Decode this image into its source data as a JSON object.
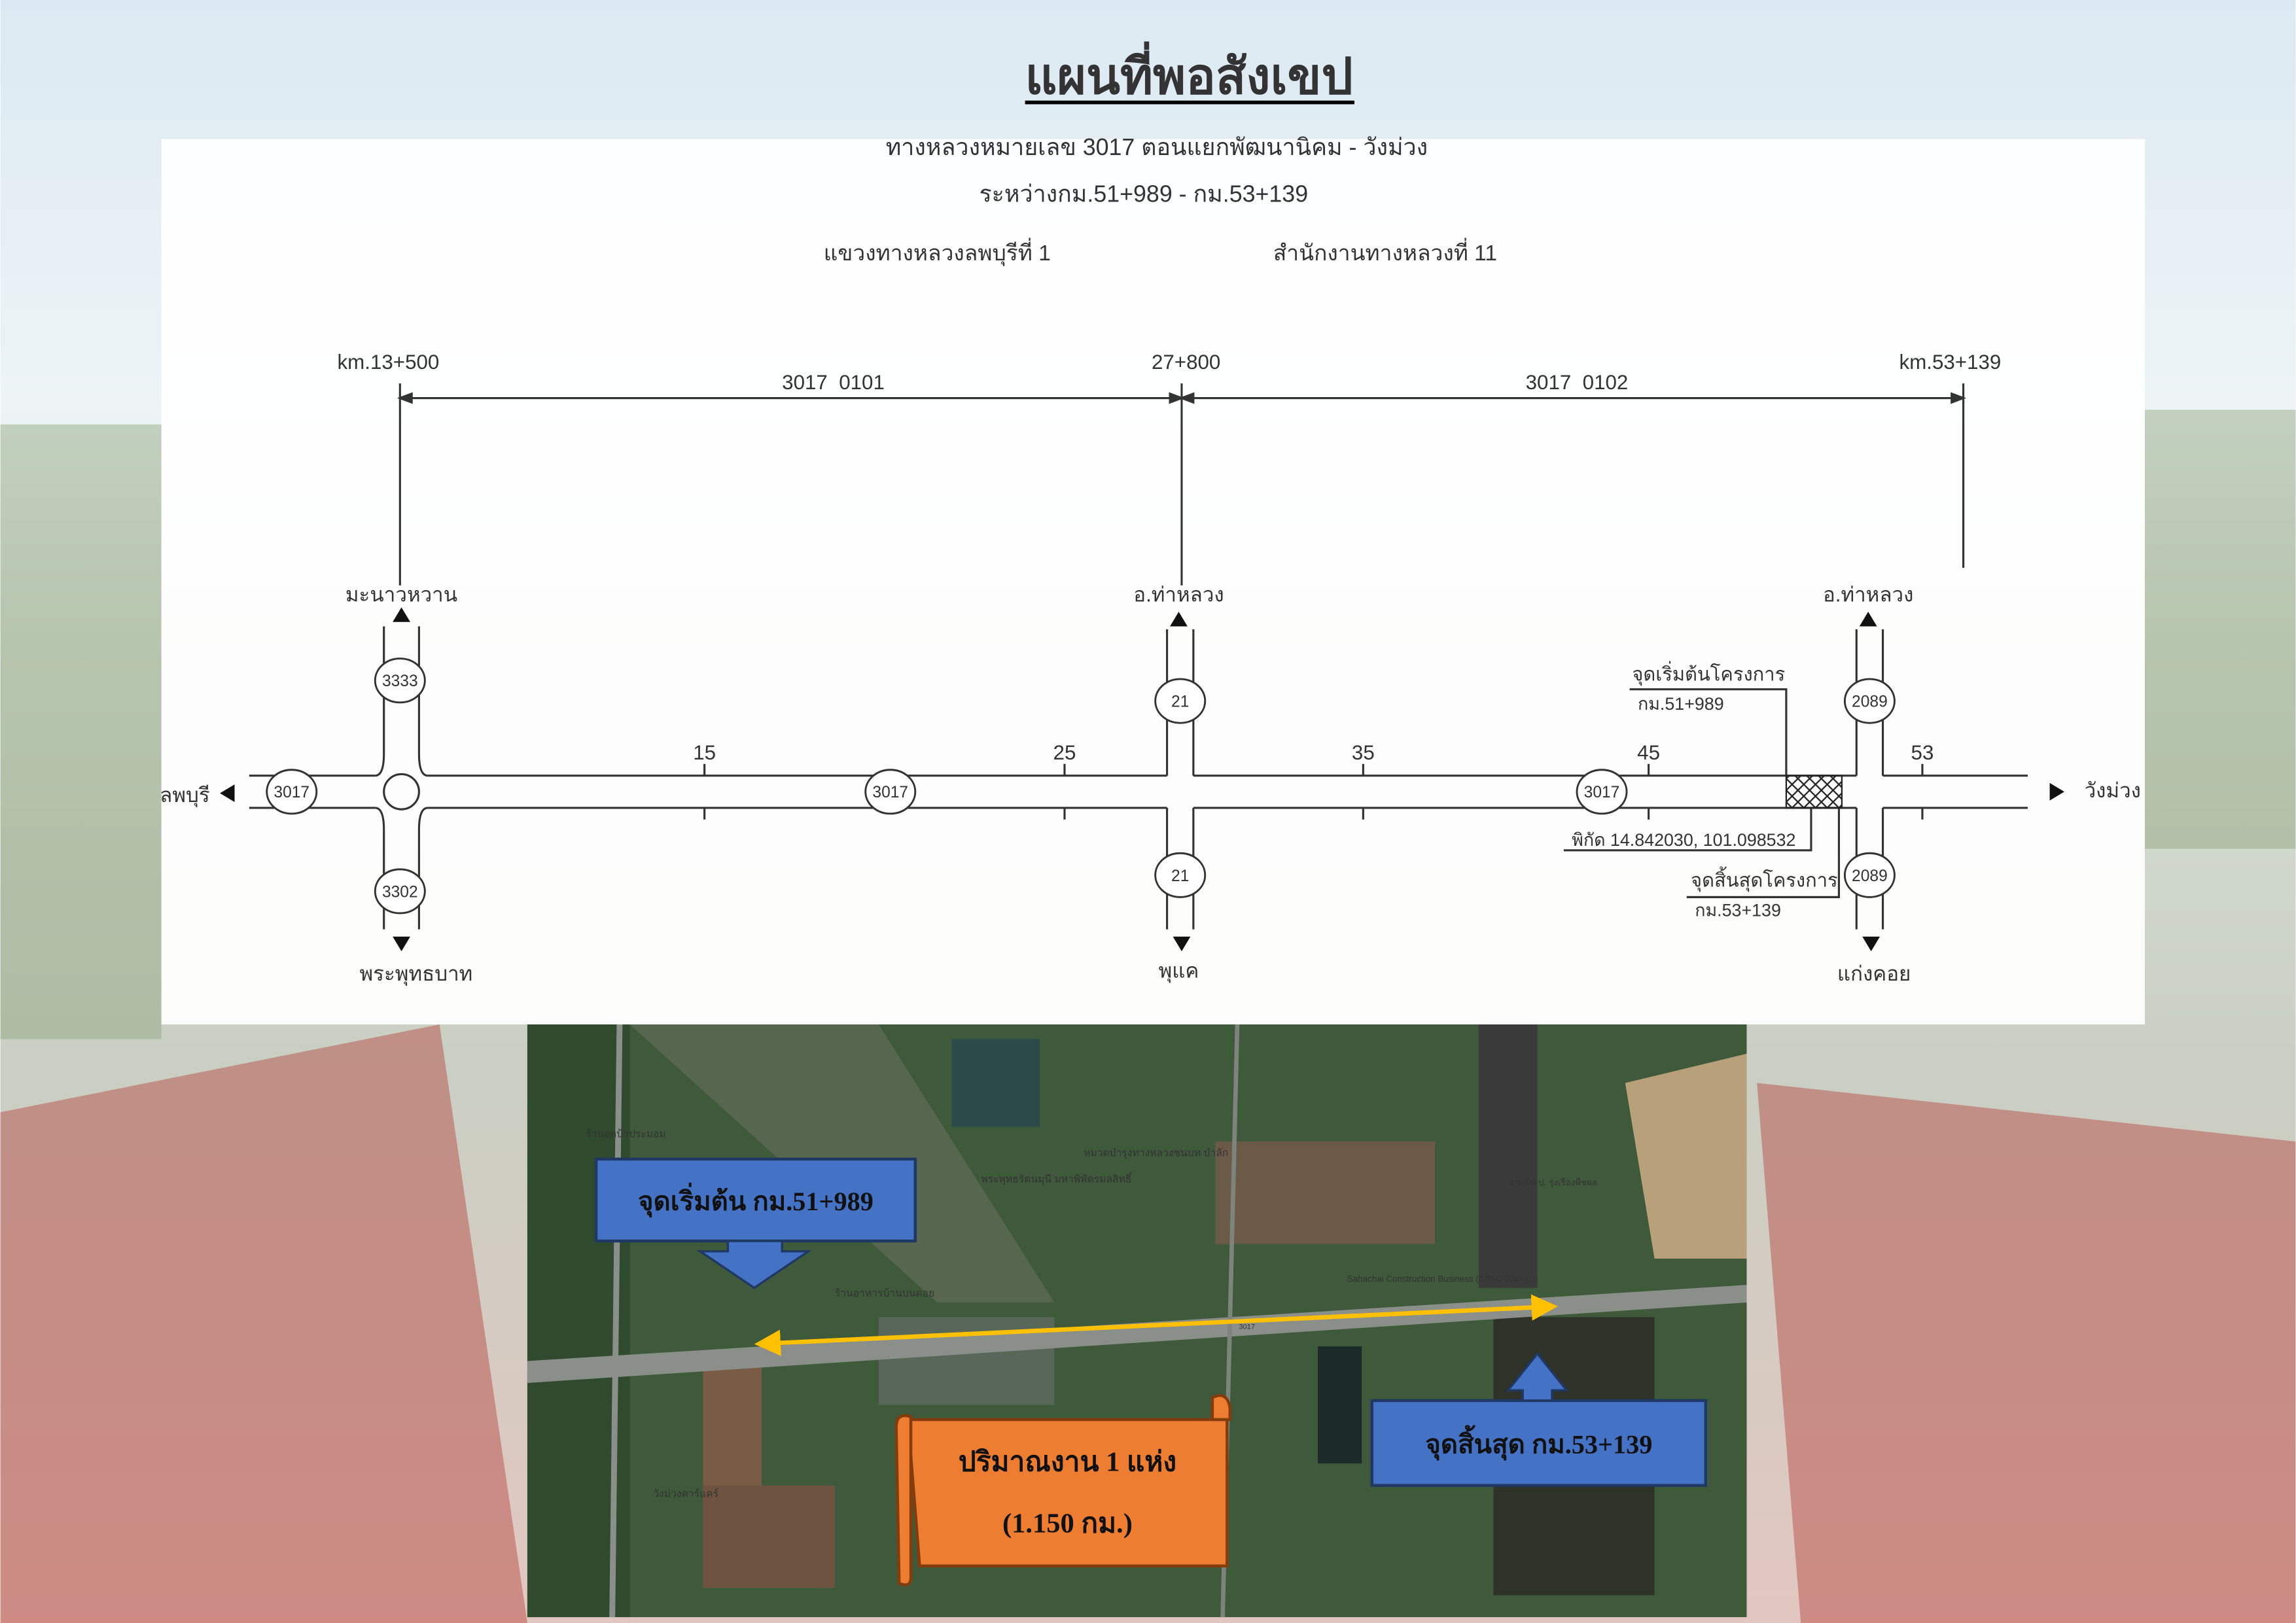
{
  "header": {
    "title": "แผนที่พอสังเขป",
    "subtitle": "ทางหลวงหมายเลข 3017 ตอนแยกพัฒนานิคม - วังม่วง",
    "range": "ระหว่างกม.51+989 - กม.53+139",
    "district": "แขวงทางหลวงลพบุรีที่ 1",
    "office": "สำนักงานทางหลวงที่ 11"
  },
  "diagram": {
    "stations": [
      "km.13+500",
      "27+800",
      "km.53+139"
    ],
    "sections": [
      "3017  0101",
      "3017  0102"
    ],
    "km_ticks": [
      "15",
      "25",
      "35",
      "45",
      "53"
    ],
    "route_shields": {
      "main": "3017",
      "north_1": "3333",
      "south_1": "3302",
      "north_2": "21",
      "south_2": "21",
      "north_3": "2089",
      "south_3": "2089"
    },
    "places": {
      "west": "ลพบุรี",
      "east": "วังม่วง",
      "north_1": "มะนาวหวาน",
      "south_1": "พระพุทธบาท",
      "north_2": "อ.ท่าหลวง",
      "south_2": "พุแค",
      "north_3": "อ.ท่าหลวง",
      "south_3": "แก่งคอย"
    },
    "start_label": "จุดเริ่มต้นโครงการ",
    "start_km": "กม.51+989",
    "coordinates": "พิกัด 14.842030, 101.098532",
    "end_label": "จุดสิ้นสุดโครงการ",
    "end_km": "กม.53+139"
  },
  "satellite": {
    "start_callout": "จุดเริ่มต้น กม.51+989",
    "end_callout": "จุดสิ้นสุด กม.53+139",
    "quantity": "ปริมาณงาน 1 แห่ง",
    "length": "(1.150 กม.)",
    "map_labels": {
      "poi_1": "ร้านอาหารบ้านบนดอย",
      "poi_2": "พระพุทธรัตนมุนี มหาพิพัตรมลสิทธิ์",
      "poi_3": "หมวดบำรุงทางหลวงชนบท บำลัก",
      "poi_4": "Sahachai Construction Business (CPAC Wang...",
      "poi_5": "สามมัน ป. รุ่งเรืองพืชผล",
      "poi_6": "วังม่วงคาร์แคร์",
      "poi_7": "ร้านอกป้าประมอม",
      "road_no": "3017"
    },
    "colors": {
      "callout_blue": "#4472c4",
      "scroll_orange": "#ed7d31",
      "arrow_yellow": "#ffc000"
    }
  }
}
